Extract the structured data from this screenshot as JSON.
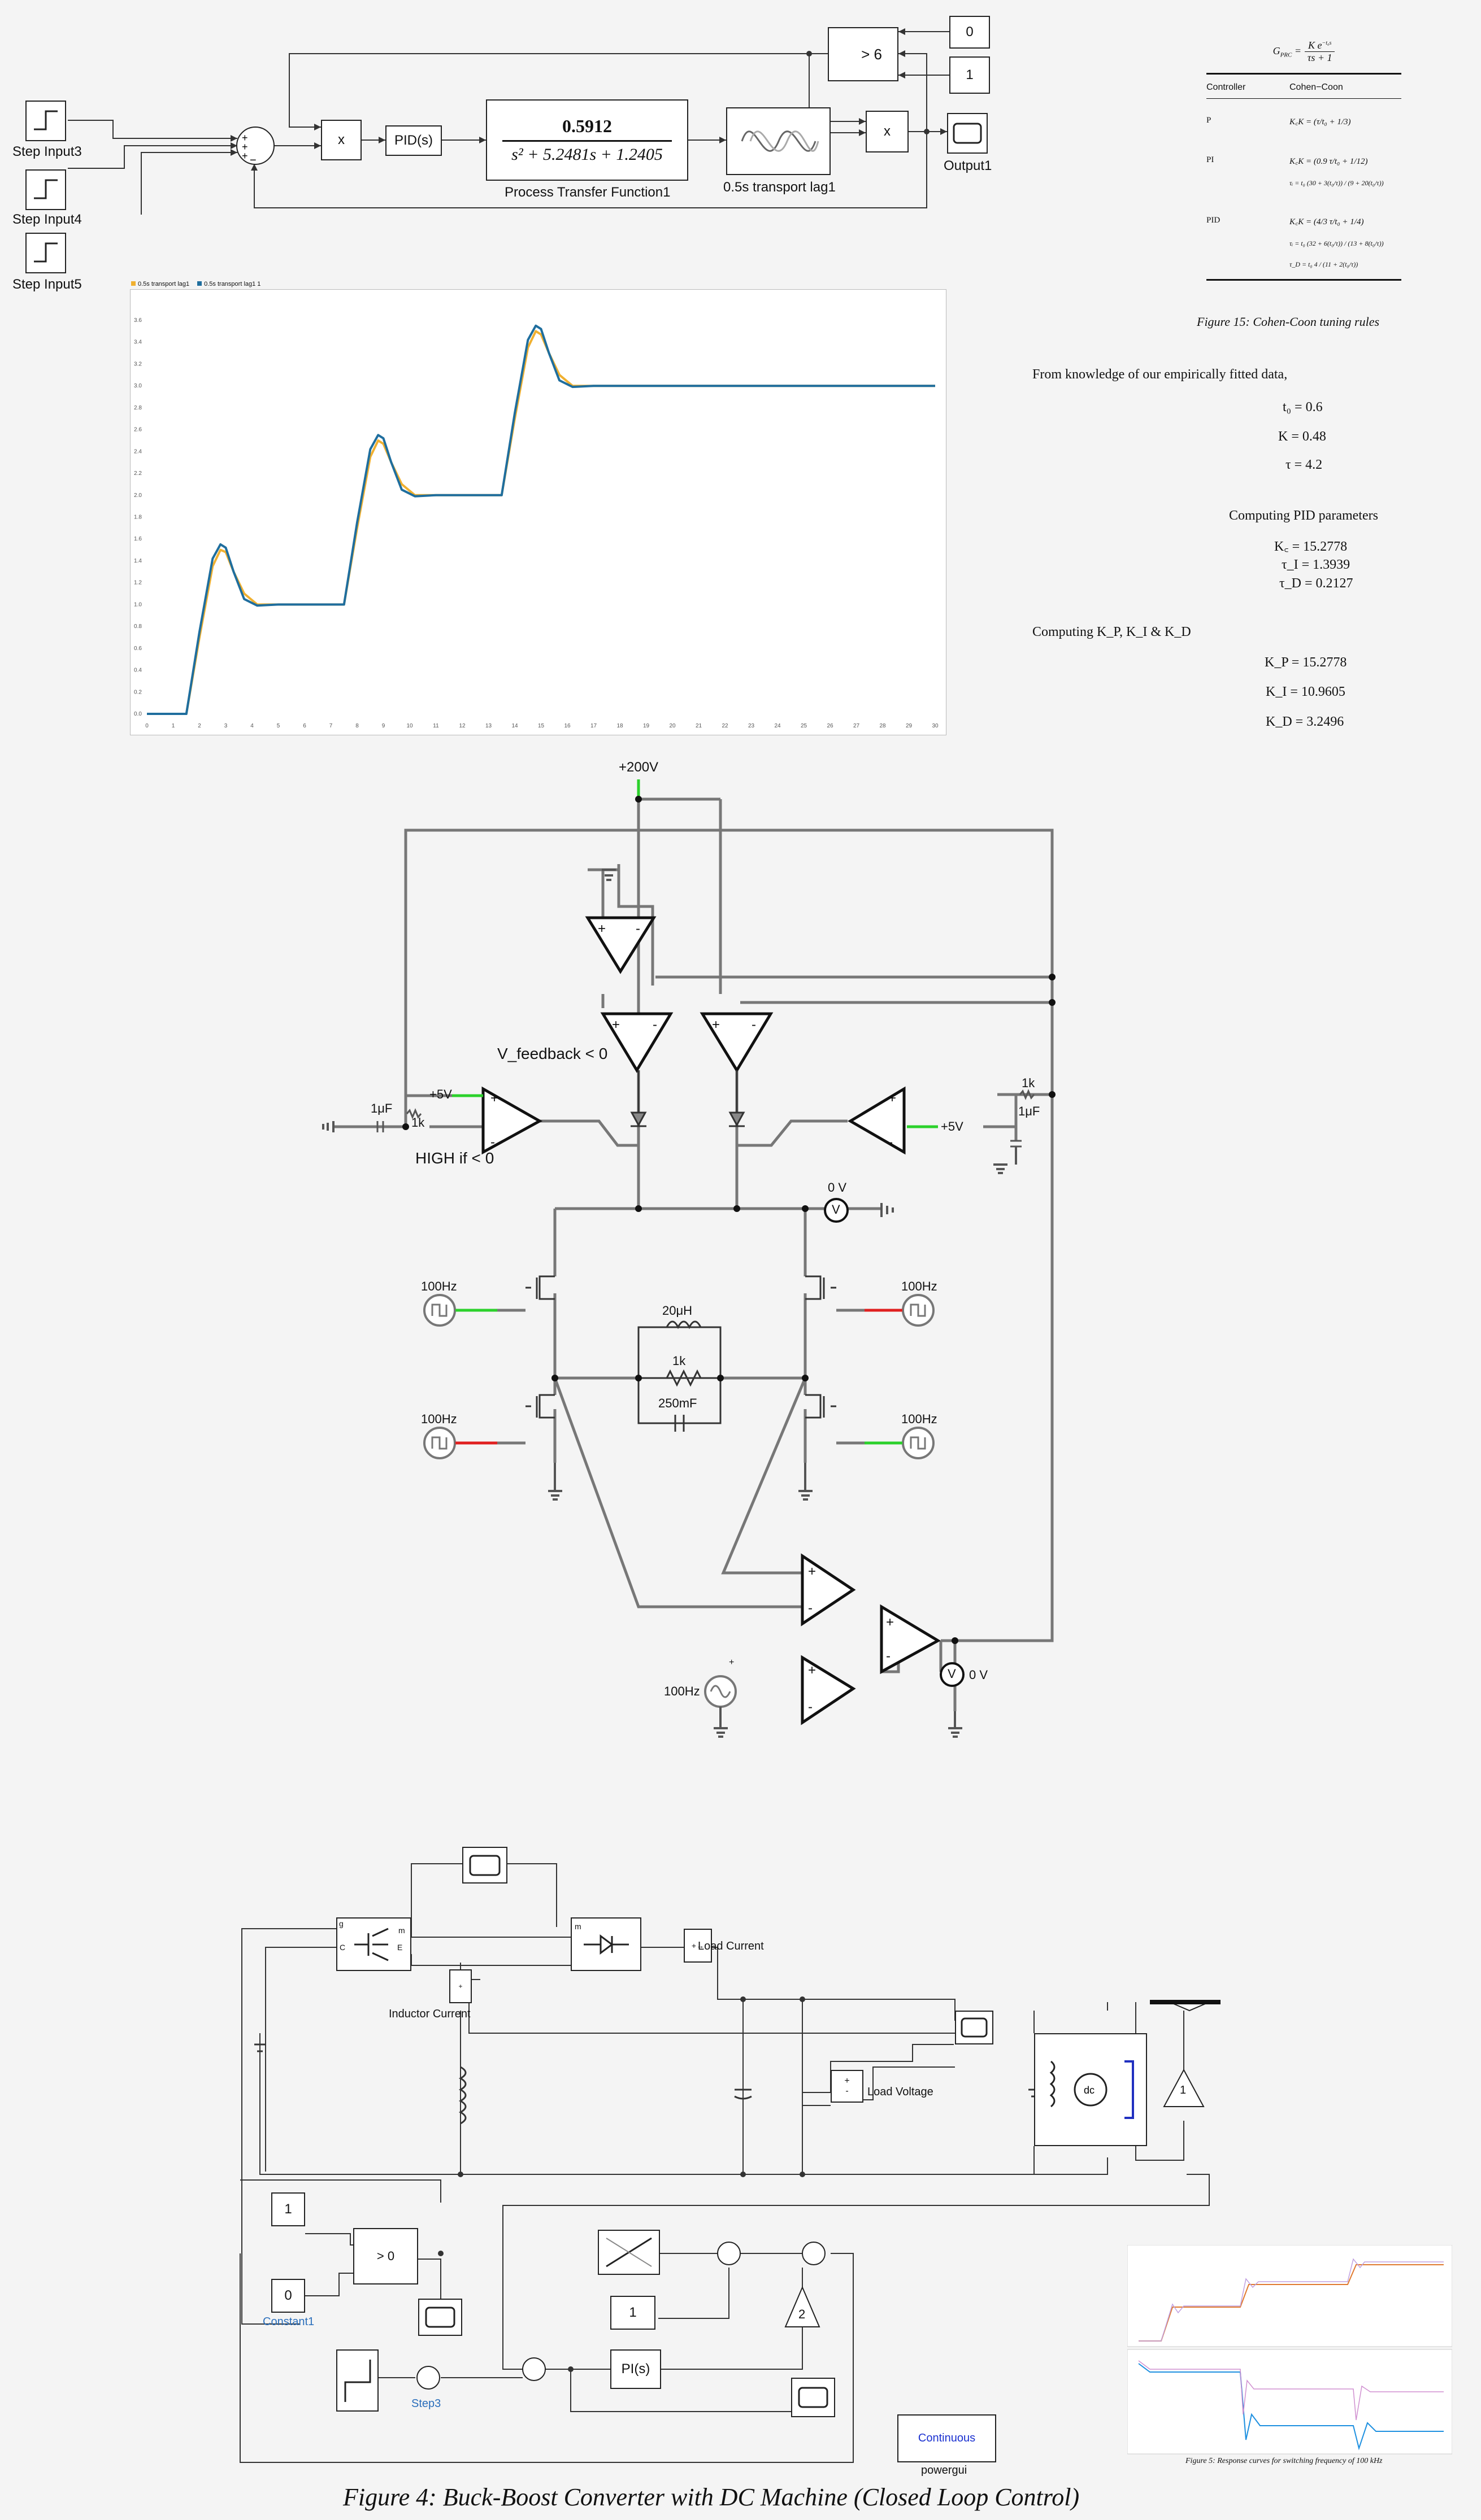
{
  "pid_model": {
    "blocks": {
      "step3": "Step Input3",
      "step4": "Step Input4",
      "step5": "Step Input5",
      "mult": "x",
      "pid": "PID(s)",
      "tf_num": "0.5912",
      "tf_den": "s² + 5.2481s + 1.2405",
      "tf_name": "Process Transfer Function1",
      "lag_name": "0.5s transport lag1",
      "mult2": "x",
      "output": "Output1",
      "const0": "0",
      "const1": "1",
      "switch_label": "> 6"
    }
  },
  "plot": {
    "legend": [
      "0.5s transport lag1",
      "0.5s transport lag1 1"
    ],
    "colors": {
      "series1": "#f0b030",
      "series2": "#1f6e9e"
    }
  },
  "chart_data": {
    "type": "line",
    "x_ticks": [
      0,
      1,
      2,
      3,
      4,
      5,
      6,
      7,
      8,
      9,
      10,
      11,
      12,
      13,
      14,
      15,
      16,
      17,
      18,
      19,
      20,
      21,
      22,
      23,
      24,
      25,
      26,
      27,
      28,
      29,
      30
    ],
    "y_ticks": [
      0,
      0.2,
      0.4,
      0.6,
      0.8,
      1.0,
      1.2,
      1.4,
      1.6,
      1.8,
      2.0,
      2.2,
      2.4,
      2.6,
      2.8,
      3.0,
      3.2,
      3.4,
      3.6
    ],
    "xlim": [
      0,
      30
    ],
    "ylim": [
      0,
      3.6
    ],
    "series": [
      {
        "name": "0.5s transport lag1",
        "x": [
          0,
          1.5,
          2,
          2.5,
          2.8,
          3,
          3.3,
          3.7,
          4.2,
          5,
          6,
          7.5,
          8,
          8.5,
          8.8,
          9,
          9.3,
          9.7,
          10.2,
          11,
          13,
          13.5,
          14,
          14.5,
          14.8,
          15,
          15.3,
          15.7,
          16.2,
          17,
          20,
          25,
          30
        ],
        "y": [
          0,
          0,
          0.7,
          1.35,
          1.5,
          1.48,
          1.3,
          1.1,
          1.0,
          1.0,
          1.0,
          1.0,
          1.7,
          2.35,
          2.5,
          2.47,
          2.3,
          2.1,
          2.0,
          2.0,
          2.0,
          2.0,
          2.7,
          3.35,
          3.5,
          3.47,
          3.3,
          3.1,
          3.0,
          3.0,
          3.0,
          3.0,
          3.0
        ]
      },
      {
        "name": "0.5s transport lag1 1",
        "x": [
          0,
          1.5,
          2,
          2.5,
          2.8,
          3,
          3.3,
          3.7,
          4.2,
          5,
          6,
          7.5,
          8,
          8.5,
          8.8,
          9,
          9.3,
          9.7,
          10.2,
          11,
          13,
          13.5,
          14,
          14.5,
          14.8,
          15,
          15.3,
          15.7,
          16.2,
          17,
          20,
          25,
          30
        ],
        "y": [
          0,
          0,
          0.75,
          1.42,
          1.55,
          1.52,
          1.3,
          1.05,
          0.99,
          1.0,
          1.0,
          1.0,
          1.75,
          2.42,
          2.55,
          2.52,
          2.3,
          2.05,
          1.99,
          2.0,
          2.0,
          2.0,
          2.75,
          3.42,
          3.55,
          3.52,
          3.3,
          3.05,
          2.99,
          3.0,
          3.0,
          3.0,
          3.0
        ]
      }
    ]
  },
  "tuning": {
    "header_lhs": "G",
    "header_sub": "PRC",
    "header_rhs_num": "K e",
    "header_rhs_exp": "−t₀s",
    "header_rhs_den": "τs + 1",
    "col1": "Controller",
    "col2": "Cohen−Coon",
    "rows": [
      {
        "ctrl": "P",
        "lines": [
          "K꜀K = (τ/t₀ + 1/3)"
        ]
      },
      {
        "ctrl": "PI",
        "lines": [
          "K꜀K = (0.9 τ/t₀ + 1/12)",
          "τᵢ = t₀ (30 + 3(t₀/τ)) / (9 + 20(t₀/τ))"
        ]
      },
      {
        "ctrl": "PID",
        "lines": [
          "K꜀K = (4/3 τ/t₀ + 1/4)",
          "τᵢ = t₀ (32 + 6(t₀/τ)) / (13 + 8(t₀/τ))",
          "τ_D = t₀ 4 / (11 + 2(t₀/τ))"
        ]
      }
    ],
    "caption": "Figure 15: Cohen-Coon tuning rules",
    "intro": "From knowledge of our empirically fitted data,",
    "fitted": [
      "t₀ = 0.6",
      "K = 0.48",
      "τ = 4.2"
    ],
    "pid_heading": "Computing PID parameters",
    "pid_params": [
      "K꜀ = 15.2778",
      "τ_I = 1.3939",
      "τ_D = 0.2127"
    ],
    "gains_heading": "Computing K_P, K_I & K_D",
    "gains": [
      "K_P = 15.2778",
      "K_I = 10.9605",
      "K_D = 3.2496"
    ]
  },
  "circuit": {
    "v200": "+200V",
    "vfb": "V_feedback < 0",
    "high": "HIGH if < 0",
    "p5v_left": "+5V",
    "p5v_right": "+5V",
    "cap_left": "1μF",
    "res_left": "1k",
    "cap_right": "1μF",
    "res_right": "1k",
    "meter_top": "0 V",
    "meter_bot": "0 V",
    "v_sym": "V",
    "freq": [
      "100Hz",
      "100Hz",
      "100Hz",
      "100Hz",
      "100Hz"
    ],
    "ind": "20μH",
    "res_mid": "1k",
    "cap_mid": "250mF",
    "plus": "+",
    "minus": "-"
  },
  "buck": {
    "load_current": "Load Current",
    "inductor_current": "Inductor Current",
    "load_voltage": "Load Voltage",
    "const1": "1",
    "const0": "0",
    "constant1": "Constant1",
    "relop": "> 0",
    "step3": "Step3",
    "pi": "PI(s)",
    "const_one": "1",
    "gain2": "2",
    "gain1": "1",
    "powergui_box": "Continuous",
    "powergui": "powergui",
    "dc": "dc",
    "m_port": "m",
    "g_port": "g",
    "c_port": "C",
    "e_port": "E",
    "fig5_caption": "Figure 5: Response curves for switching frequency of 100 kHz",
    "caption": "Figure 4: Buck-Boost Converter with DC Machine (Closed Loop Control)"
  }
}
